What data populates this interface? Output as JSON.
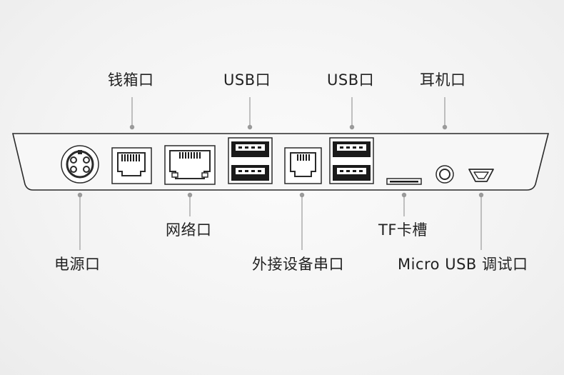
{
  "labels": {
    "cash_drawer": "钱箱口",
    "usb1": "USB口",
    "usb2": "USB口",
    "earphone": "耳机口",
    "network": "网络口",
    "tf_slot": "TF卡槽",
    "power": "电源口",
    "serial": "外接设备串口",
    "micro_usb": "Micro USB 调试口"
  },
  "colors": {
    "panel_stroke": "#2a2a2a",
    "leader_line": "#9a9a9a",
    "port_fill": "#ffffff",
    "port_dark": "#1a1a1a"
  }
}
